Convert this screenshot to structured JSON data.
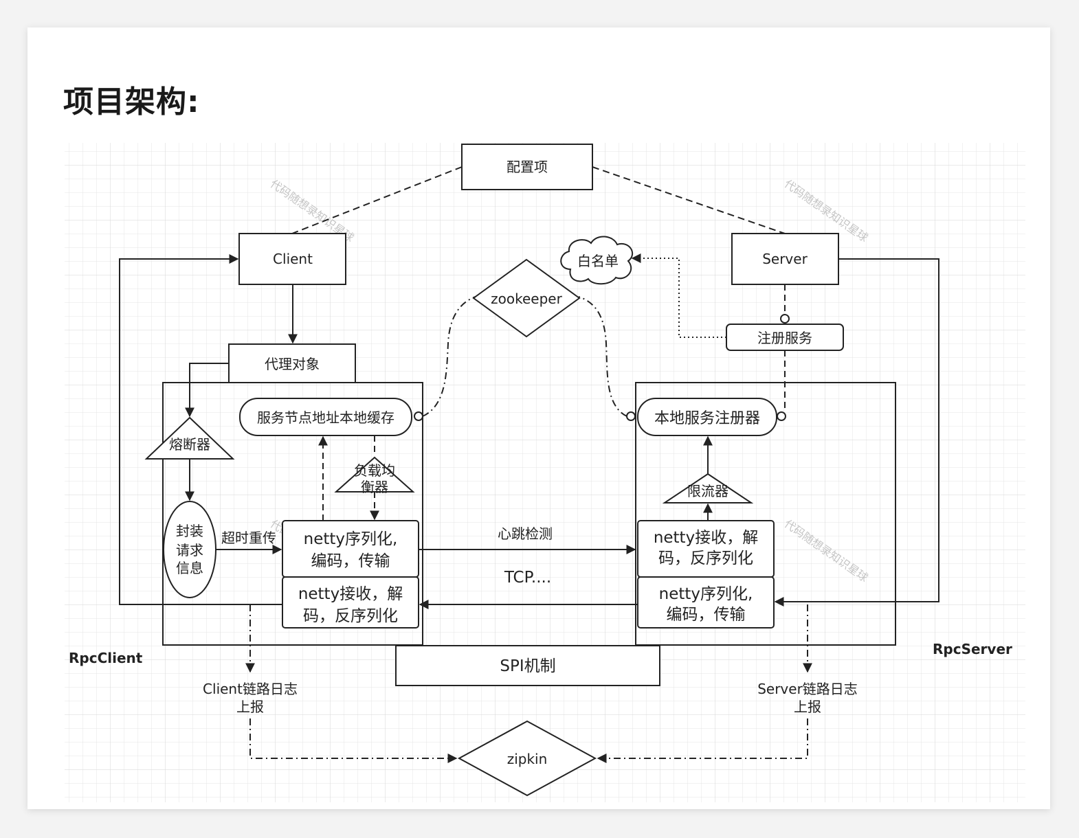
{
  "page": {
    "title": "项目架构:"
  },
  "diagram": {
    "config_item": "配置项",
    "client": "Client",
    "server": "Server",
    "whitelist": "白名单",
    "zookeeper": "zookeeper",
    "register_service": "注册服务",
    "proxy_object": "代理对象",
    "circuit_breaker": "熔断器",
    "local_cache": "服务节点地址本地缓存",
    "load_balancer": [
      "负载均",
      "衡器"
    ],
    "encapsulate_request": [
      "封装",
      "请求",
      "信息"
    ],
    "timeout_retry": "超时重传",
    "client_netty_serialize": [
      "netty序列化,",
      "编码，传输"
    ],
    "client_netty_receive": [
      "netty接收，解",
      "码，反序列化"
    ],
    "heartbeat": "心跳检测",
    "tcp": "TCP....",
    "local_registry": "本地服务注册器",
    "rate_limiter": "限流器",
    "server_netty_receive": [
      "netty接收，解",
      "码，反序列化"
    ],
    "server_netty_serialize": [
      "netty序列化,",
      "编码，传输"
    ],
    "rpc_client": "RpcClient",
    "rpc_server": "RpcServer",
    "spi": "SPI机制",
    "client_log": [
      "Client链路日志",
      "上报"
    ],
    "server_log": [
      "Server链路日志",
      "上报"
    ],
    "zipkin": "zipkin",
    "watermark": "代码随想录知识星球"
  },
  "colors": {
    "line": "#222222",
    "grid": "#e4e4e4",
    "watermark": "#c4c4c4"
  }
}
